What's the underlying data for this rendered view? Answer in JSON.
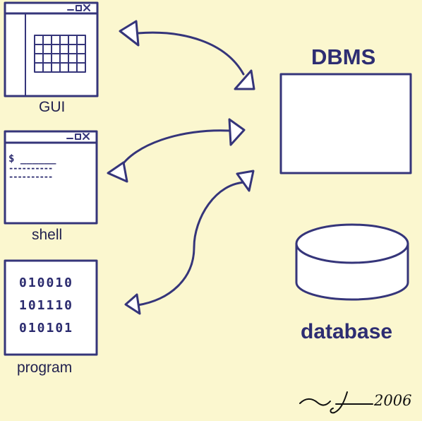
{
  "nodes": {
    "gui": {
      "label": "GUI"
    },
    "shell": {
      "label": "shell",
      "prompt": "$ ______",
      "line1": "----------",
      "line2": "----------"
    },
    "program": {
      "label": "program",
      "lines": [
        "010010",
        "101110",
        "010101"
      ]
    },
    "dbms": {
      "label": "DBMS"
    },
    "database": {
      "label": "database"
    }
  },
  "signature": {
    "text": "2006"
  },
  "colors": {
    "ink": "#35357a",
    "paper": "#ffffff",
    "background": "#fbf7cf"
  }
}
